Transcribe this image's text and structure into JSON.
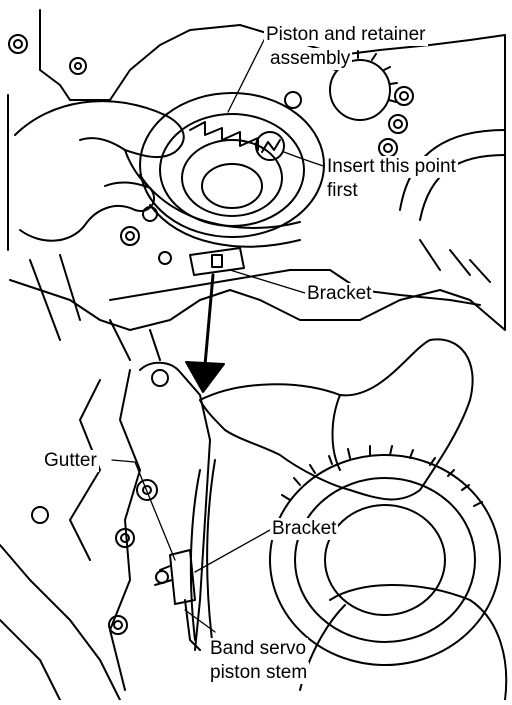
{
  "labels": {
    "piston_retainer_1": "Piston and retainer",
    "piston_retainer_2": "assembly",
    "insert_point_1": "Insert this point",
    "insert_point_2": "first",
    "bracket_top": "Bracket",
    "gutter": "Gutter",
    "bracket_bottom": "Bracket",
    "band_servo_1": "Band servo",
    "band_servo_2": "piston stem"
  }
}
